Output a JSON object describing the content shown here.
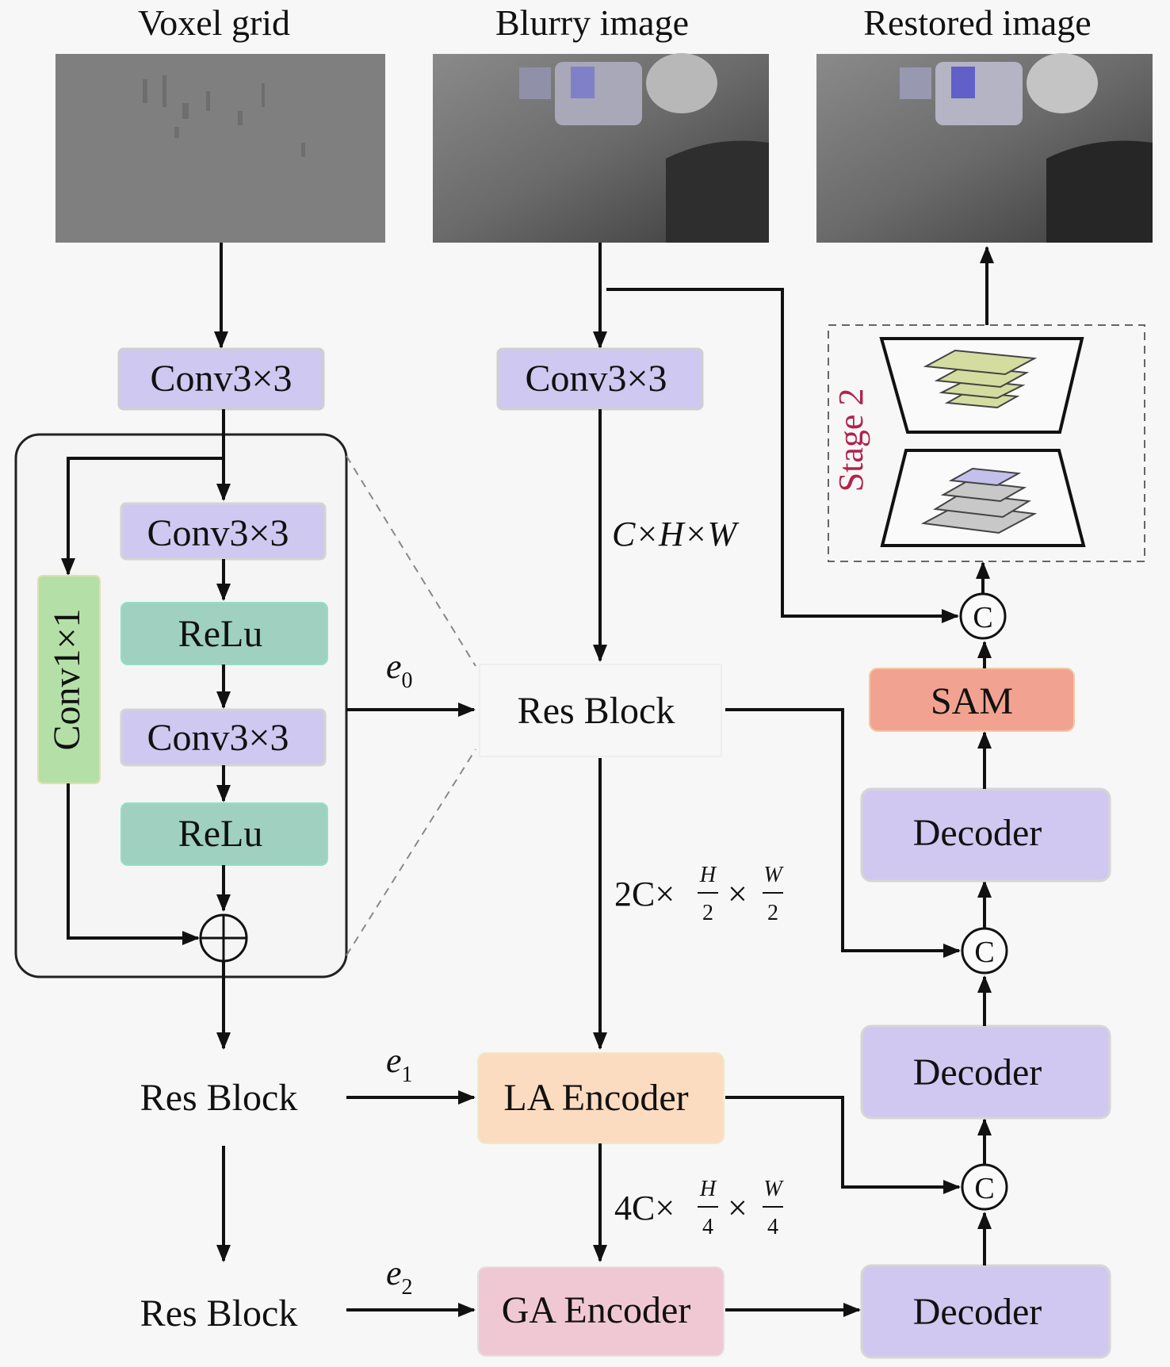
{
  "titles": {
    "voxel": "Voxel grid",
    "blurry": "Blurry image",
    "restored": "Restored image"
  },
  "left_branch": {
    "conv_top": "Conv3×3",
    "detail": {
      "conv_a": "Conv3×3",
      "relu_a": "ReLu",
      "conv_b": "Conv3×3",
      "relu_b": "ReLu",
      "shortcut": "Conv1×1",
      "sum_icon": "circled-plus"
    },
    "res_block_1": "Res Block",
    "res_block_2": "Res Block"
  },
  "middle_branch": {
    "conv_top": "Conv3×3",
    "res_block": "Res Block",
    "la_encoder": "LA Encoder",
    "ga_encoder": "GA Encoder",
    "dim_0": {
      "prefix": "C×H×W"
    },
    "dim_1": {
      "prefix": "2C×",
      "h_num": "H",
      "h_den": "2",
      "times": "×",
      "w_num": "W",
      "w_den": "2"
    },
    "dim_2": {
      "prefix": "4C×",
      "h_num": "H",
      "h_den": "4",
      "times": "×",
      "w_num": "W",
      "w_den": "4"
    }
  },
  "skip_labels": {
    "e0": {
      "base": "e",
      "sub": "0"
    },
    "e1": {
      "base": "e",
      "sub": "1"
    },
    "e2": {
      "base": "e",
      "sub": "2"
    }
  },
  "right_branch": {
    "stage_label": "Stage 2",
    "sam": "SAM",
    "decoder_top": "Decoder",
    "decoder_mid": "Decoder",
    "decoder_bottom": "Decoder",
    "concat": "C"
  },
  "colors": {
    "conv": "#cfc8f0",
    "relu": "#9fd0c0",
    "conv1x1": "#b4e0a8",
    "sam": "#f2a290",
    "la_encoder": "#fcdcc0",
    "ga_encoder": "#f0c8d4",
    "decoder": "#d0c8f0",
    "stage_text": "#b0244a"
  }
}
